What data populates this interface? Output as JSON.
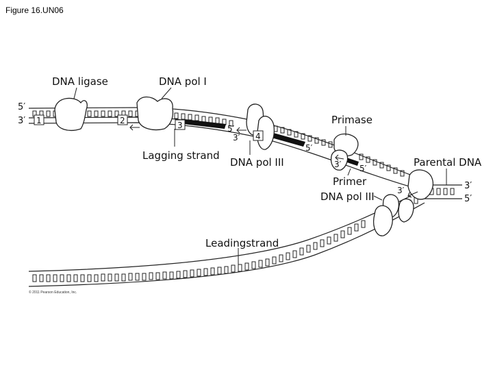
{
  "figure_title": "Figure 16.UN06",
  "copyright": "© 2011 Pearson Education, Inc.",
  "labels": {
    "dna_ligase": "DNA ligase",
    "dna_pol_1": "DNA pol I",
    "primase": "Primase",
    "lagging_strand": "Lagging strand",
    "dna_pol_3_top": "DNA pol III",
    "primer": "Primer",
    "parental_dna": "Parental DNA",
    "dna_pol_3_bottom": "DNA pol III",
    "leading_strand": "Leadingstrand"
  },
  "strand_ends": {
    "left_5": "5′",
    "left_3": "3′",
    "mid_5": "5′",
    "mid_3": "3′",
    "frag_5": "5′",
    "primer_3": "3′",
    "primer_5": "5′",
    "right_3": "3′",
    "right_5": "5′",
    "lead_3": "3′"
  },
  "fragments": [
    "1",
    "2",
    "3",
    "4"
  ]
}
